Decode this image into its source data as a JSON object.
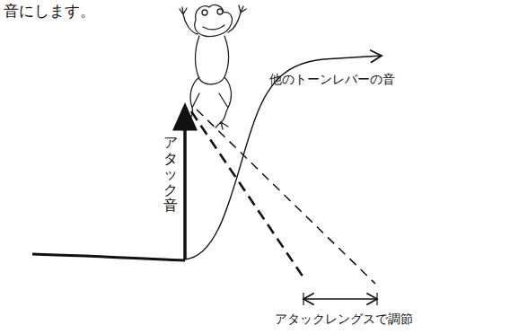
{
  "diagram": {
    "labels": [
      "音にします。",
      "アタック音",
      "他のトーンレバーの音",
      "アタックレングスで調節"
    ]
  }
}
